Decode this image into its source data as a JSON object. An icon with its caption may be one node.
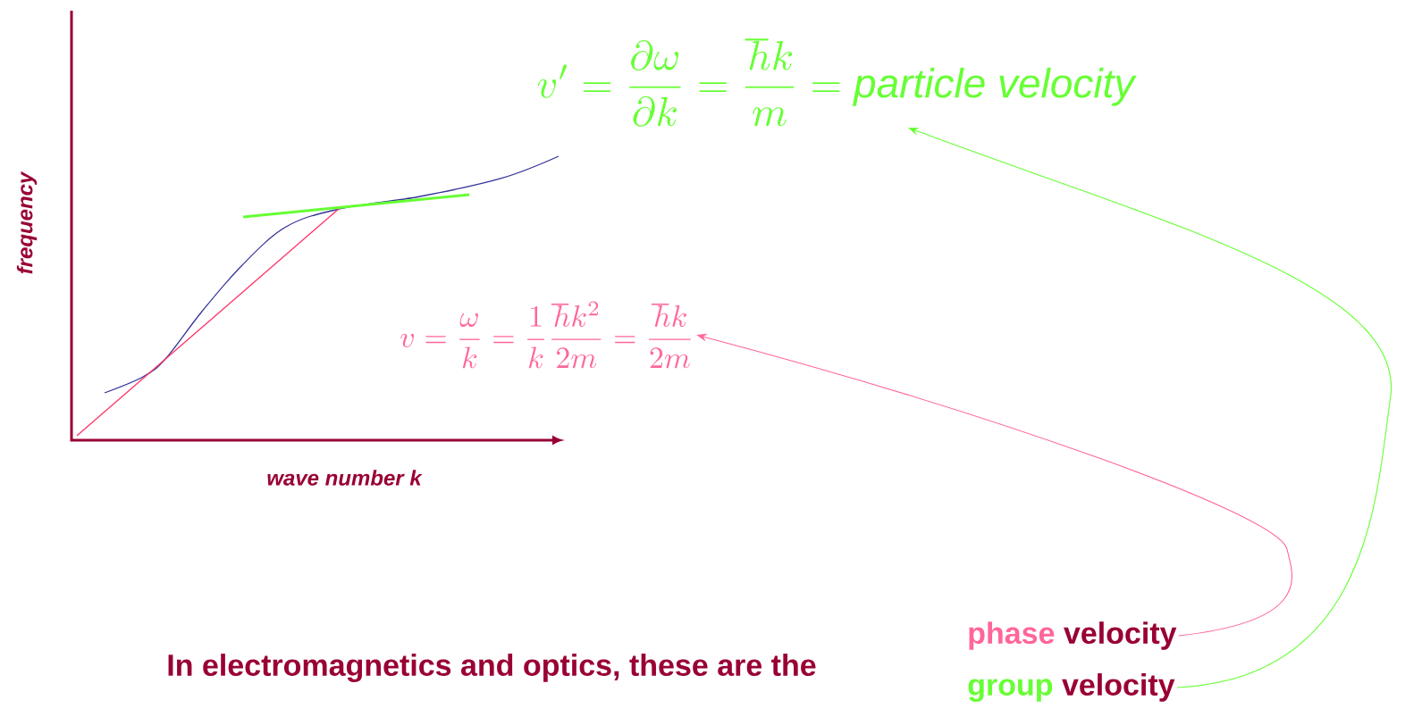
{
  "diagram": {
    "nodes": [
      {
        "text": [
          "v' = \\frac{\\partial \\omega}{\\partial k} = \\frac{\\hbar k}{m} = \\mathit{particle\\ velocity}"
        ]
      },
      {
        "text": [
          "v = \\frac{\\omega}{k} = \\frac{1}{k}\\frac{\\hbar k^{2}}{2m} = \\frac{\\hbar k}{2m}"
        ]
      },
      {
        "text": [
          "phase",
          "velocity"
        ]
      },
      {
        "text": [
          "group",
          "velocity"
        ]
      }
    ],
    "edges": [
      {
        "from": 2,
        "to": 1,
        "arrow": "to",
        "color": "#ff6699"
      },
      {
        "from": 3,
        "to": 0,
        "arrow": "to",
        "color": "#66ff33"
      }
    ],
    "labels": [
      "frequency",
      "wave number k",
      "In electromagnetics and optics, these are the"
    ]
  }
}
